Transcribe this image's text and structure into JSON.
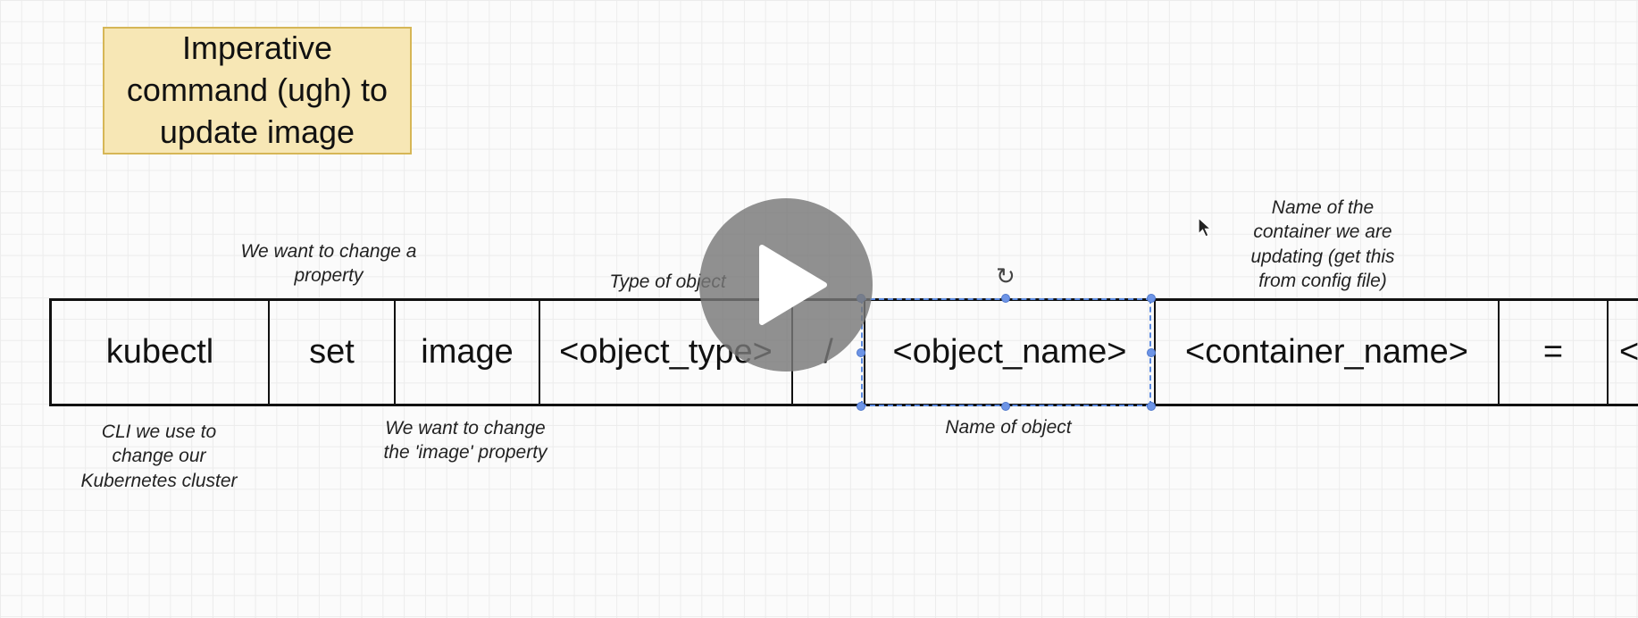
{
  "note": {
    "text": "Imperative command (ugh) to update image"
  },
  "command_cells": [
    {
      "label": "kubectl"
    },
    {
      "label": "set"
    },
    {
      "label": "image"
    },
    {
      "label": "<object_type>"
    },
    {
      "label": "/"
    },
    {
      "label": "<object_name>"
    },
    {
      "label": "<container_name>"
    },
    {
      "label": "="
    },
    {
      "label": "<"
    }
  ],
  "captions": {
    "set_above": "We want to change a property",
    "object_type_above": "Type of object",
    "container_above": "Name of the container we are updating (get this from config file)",
    "kubectl_below": "CLI we use to change our Kubernetes cluster",
    "image_below": "We want to change the 'image' property",
    "object_name_below": "Name of object"
  },
  "icons": {
    "rotate": "rotate-handle-icon",
    "cursor": "mouse-pointer-icon",
    "play": "play-icon"
  },
  "colors": {
    "note_fill": "#f7e7b5",
    "note_border": "#d6b656",
    "selection": "#5b8ae0"
  }
}
